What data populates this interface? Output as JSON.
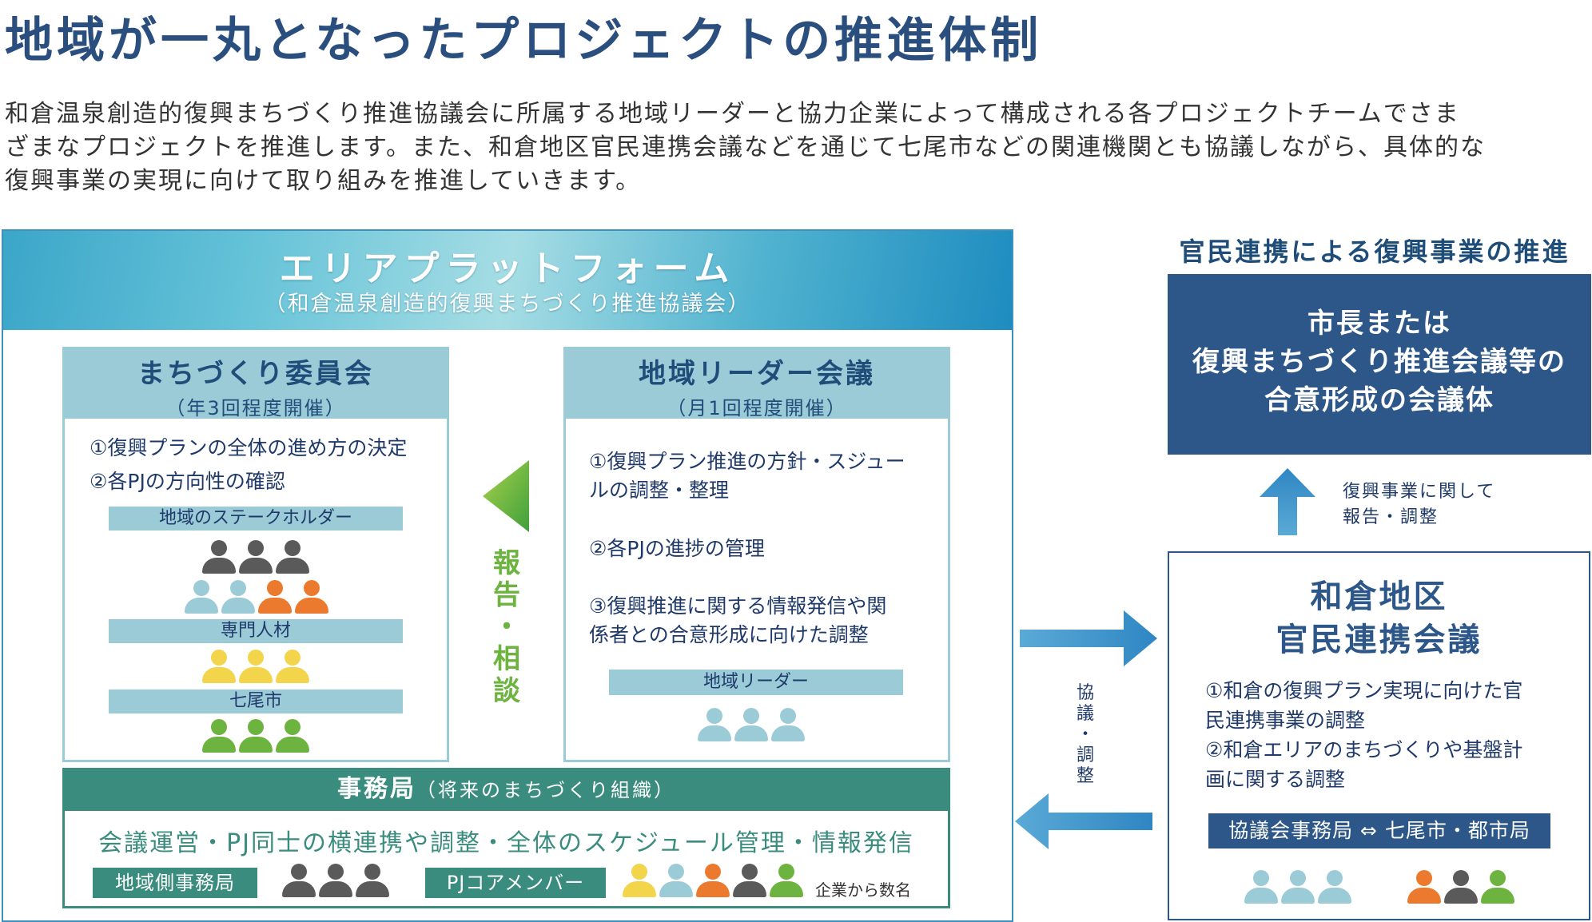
{
  "title": "地域が一丸となったプロジェクトの推進体制",
  "intro": [
    "和倉温泉創造的復興まちづくり推進協議会に所属する地域リーダーと協力企業によって構成される各プロジェクトチームでさま",
    "ざまなプロジェクトを推進します。また、和倉地区官民連携会議などを通じて七尾市などの関連機関とも協議しながら、具体的な",
    "復興事業の実現に向けて取り組みを推進していきます。"
  ],
  "area_platform": {
    "title": "エリアプラットフォーム",
    "subtitle": "（和倉温泉創造的復興まちづくり推進協議会）"
  },
  "committee": {
    "title": "まちづくり委員会",
    "subtitle": "（年3回程度開催）",
    "items": [
      "①復興プランの全体の進め方の決定",
      "②各PJの方向性の確認"
    ],
    "groups": [
      "地域のステークホルダー",
      "専門人材",
      "七尾市"
    ]
  },
  "leader_meeting": {
    "title": "地域リーダー会議",
    "subtitle": "（月1回程度開催）",
    "items": [
      "①復興プラン推進の方針・スジュー",
      "ルの調整・整理",
      "②各PJの進捗の管理",
      "③復興推進に関する情報発信や関",
      "係者との合意形成に向けた調整"
    ],
    "group": "地域リーダー"
  },
  "report_label": [
    "報",
    "告",
    "・",
    "相",
    "談"
  ],
  "secretariat": {
    "title": "事務局",
    "subtitle": "（将来のまちづくり組織）",
    "text": "会議運営・PJ同士の横連携や調整・全体のスケジュール管理・情報発信",
    "local_label": "地域側事務局",
    "core_label": "PJコアメンバー",
    "note": "企業から数名"
  },
  "public_private": {
    "title": "官民連携による復興事業の推進",
    "mayor_lines": [
      "市長または",
      "復興まちづくり推進会議等の",
      "合意形成の会議体"
    ],
    "report_lines": [
      "復興事業に関して",
      "報告・調整"
    ],
    "council_lines": [
      "和倉地区",
      "官民連携会議"
    ],
    "council_items": [
      "①和倉の復興プラン実現に向けた官",
      "民連携事業の調整",
      "②和倉エリアのまちづくりや基盤計",
      "画に関する調整"
    ],
    "band": "協議会事務局 ⇔ 七尾市・都市局",
    "consult_label": [
      "協",
      "議",
      "・",
      "調",
      "整"
    ]
  },
  "colors": {
    "dark": "#5a5a5a",
    "light_blue": "#9ccbd8",
    "orange": "#ec7a2e",
    "yellow": "#f2d54a",
    "green": "#6cb33f",
    "navy": "#2c5788",
    "teal": "#3a8c7e"
  }
}
